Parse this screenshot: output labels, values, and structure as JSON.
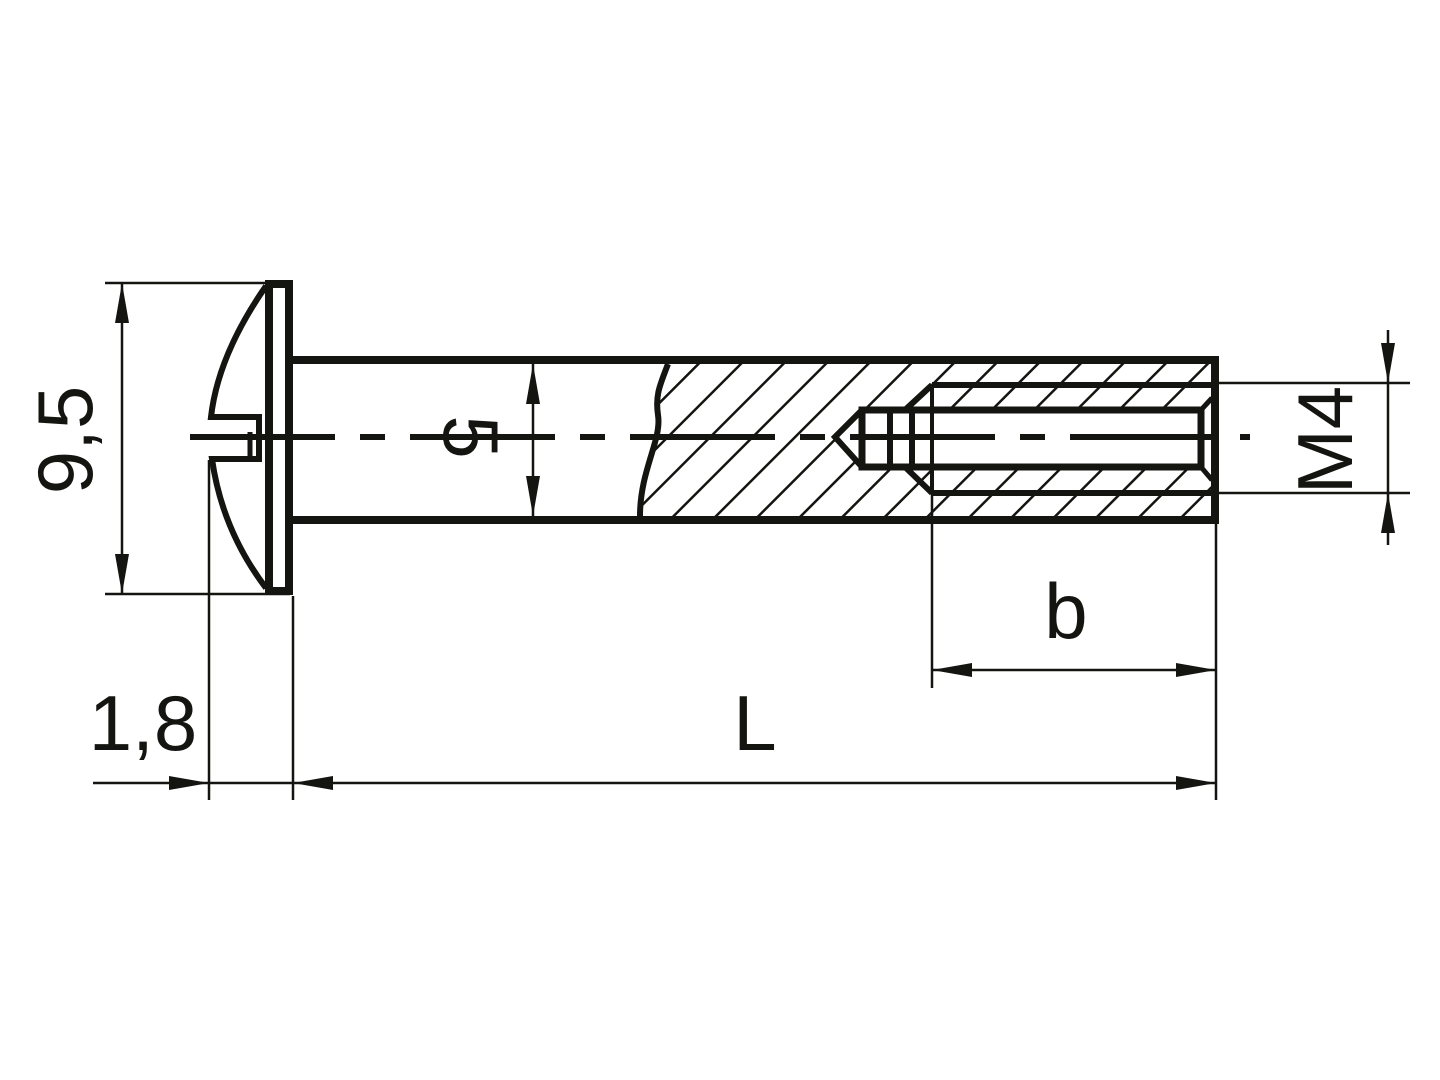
{
  "drawing": {
    "title": "Slotted mushroom head sleeve nut with internal thread",
    "dimensions": {
      "head_diameter": "9,5",
      "shank_diameter": "5",
      "thread": "M4",
      "thread_length": "b",
      "length": "L",
      "head_height": "1,8"
    },
    "colors": {
      "line": "#141410",
      "background": "#ffffff"
    }
  }
}
